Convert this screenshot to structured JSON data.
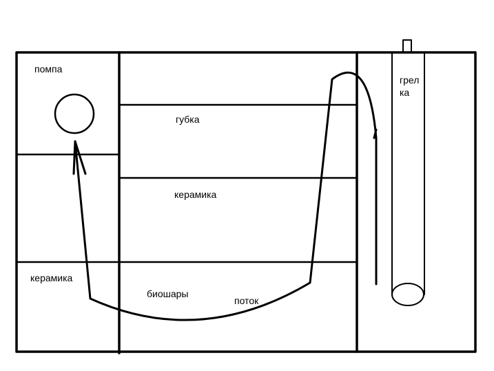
{
  "labels": {
    "pump": "помпа",
    "sponge": "губка",
    "ceramics_middle": "керамика",
    "ceramics_left": "керамика",
    "bioballs": "биошары",
    "flow": "поток",
    "heater_line1": "грел",
    "heater_line2": "ка"
  },
  "colors": {
    "stroke": "#000000",
    "background": "#ffffff"
  }
}
